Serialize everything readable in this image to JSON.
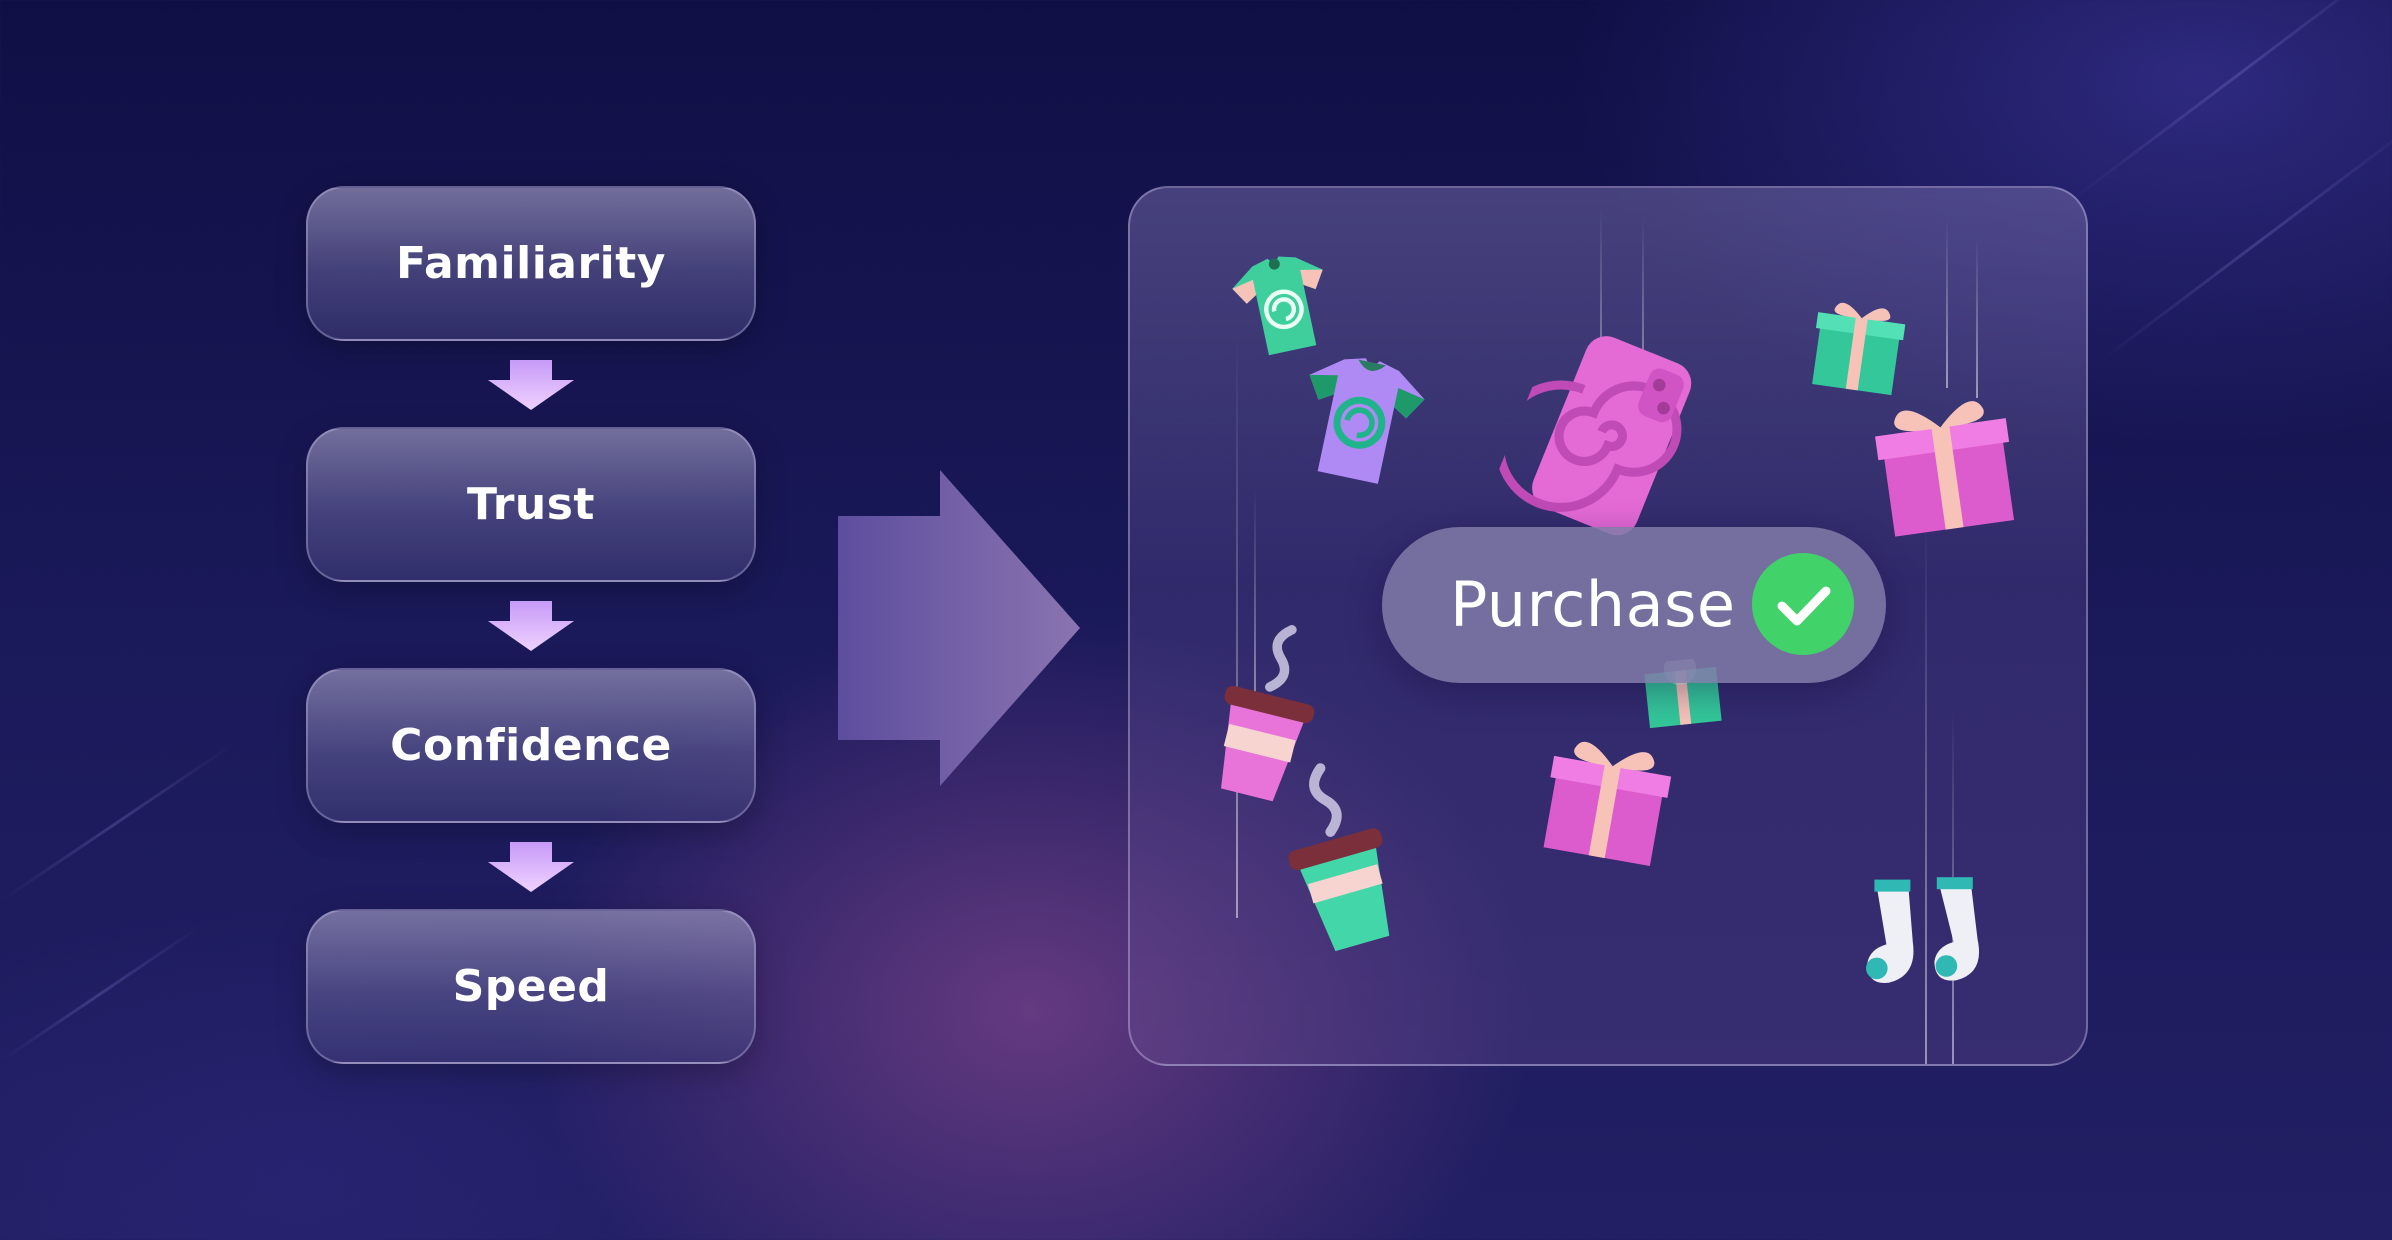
{
  "flow_steps": [
    "Familiarity",
    "Trust",
    "Confidence",
    "Speed"
  ],
  "result": {
    "label": "Purchase",
    "icon": "check-icon"
  },
  "icons": {
    "step_connector": "arrow-down-icon",
    "transition": "arrow-right-icon",
    "items": [
      "tshirt-icon",
      "phone-case-icon",
      "gift-box-icon",
      "coffee-cup-icon",
      "socks-icon"
    ]
  },
  "colors": {
    "background": "#15144f",
    "step_box": "#6f6b9c",
    "arrow": "#e3b9ff",
    "big_arrow": "#8d78b3",
    "check": "#41d36a",
    "pink": "#e46ad6",
    "mint": "#43d6a9"
  }
}
